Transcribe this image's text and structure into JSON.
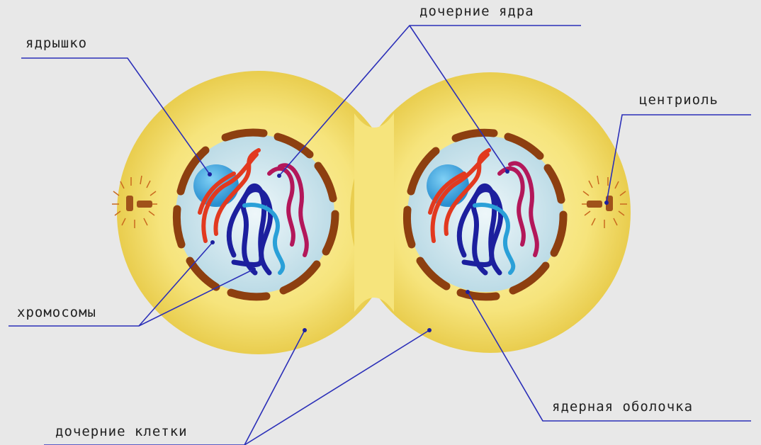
{
  "labels": {
    "nucleolus": "ядрышко",
    "daughter_nuclei": "дочерние ядра",
    "centriole": "центриоль",
    "chromosomes": "хромосомы",
    "nuclear_envelope": "ядерная оболочка",
    "daughter_cells": "дочерние клетки"
  },
  "colors": {
    "background": "#e8e8e8",
    "cytoplasm": "#f5e27a",
    "nucleoplasm": "#cfe6ee",
    "envelope": "#a0521a",
    "nucleolus": "#3aa7e0",
    "chromosome_red": "#e2391f",
    "chromosome_magenta": "#b3175a",
    "chromosome_navy": "#1c1f9e",
    "chromosome_light_blue": "#2aa0d8",
    "leader_line": "#2b2fb8"
  }
}
